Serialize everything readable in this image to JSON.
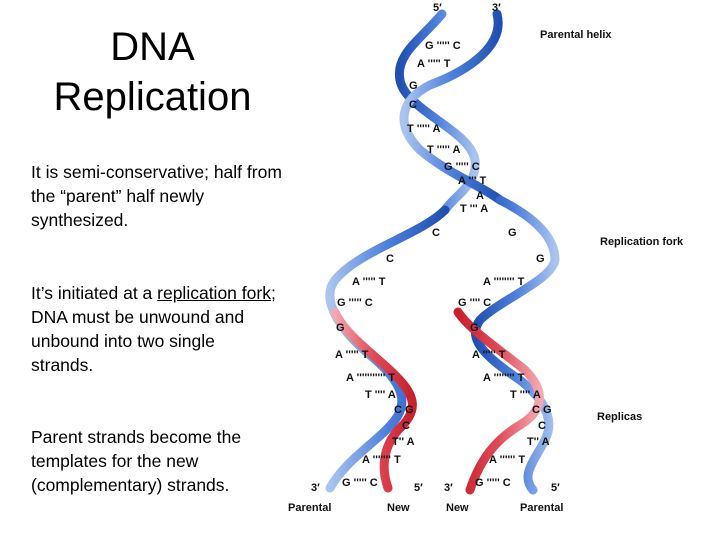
{
  "slide": {
    "title_line1": "DNA",
    "title_line2": "Replication",
    "para1": "It is semi-conservative; half from the “parent” half newly synthesized.",
    "para2_prefix": "It’s initiated at a ",
    "para2_link": "replication fork",
    "para2_suffix": "; DNA must be unwound and unbound into two single strands.",
    "para3": "Parent strands become the templates for the new (complementary) strands."
  },
  "diagram": {
    "labels": {
      "parental_helix": "Parental helix",
      "replication_fork": "Replication fork",
      "replicas": "Replicas",
      "bottom_parental_left": "Parental",
      "bottom_new_left": "New",
      "bottom_new_right": "New",
      "bottom_parental_right": "Parental"
    },
    "ends": {
      "top_5": "5′",
      "top_3": "3′",
      "left_3": "3′",
      "left_5": "5′",
      "right_3": "3′",
      "right_5": "5′"
    },
    "colors": {
      "parental_blue": "#2a5fc4",
      "light_blue": "#a9c4ee",
      "new_red": "#d42c3c",
      "light_red": "#f2a9b0"
    },
    "helix_pairs": [
      {
        "text": "G ''''' C"
      },
      {
        "text": "A ''''' T"
      },
      {
        "text": "G"
      },
      {
        "text": "C"
      },
      {
        "text": "T ''''' A"
      },
      {
        "text": "T ''''' A"
      },
      {
        "text": "G ''''' C"
      },
      {
        "text": "A ''' T"
      },
      {
        "text": "A"
      },
      {
        "text": "T ''' A"
      },
      {
        "text": "C"
      },
      {
        "text": "G"
      }
    ],
    "fork_pairs": {
      "c_left": "C",
      "g_right": "G",
      "left": [
        "A ''''' T",
        "G ''''' C",
        "G",
        "A ''''' T",
        "A ''''''''''' T",
        "T '''' A",
        "C G",
        "C",
        "T'' A",
        "A ''''''' T",
        "G ''''' C"
      ],
      "right": [
        "A '''''''' T",
        "G '''' C",
        "G",
        "A ''''' T",
        "A '''''''' T",
        "T '''' A",
        "C G",
        "C",
        "T'' A",
        "A '''''' T",
        "G ''''' C"
      ]
    }
  }
}
